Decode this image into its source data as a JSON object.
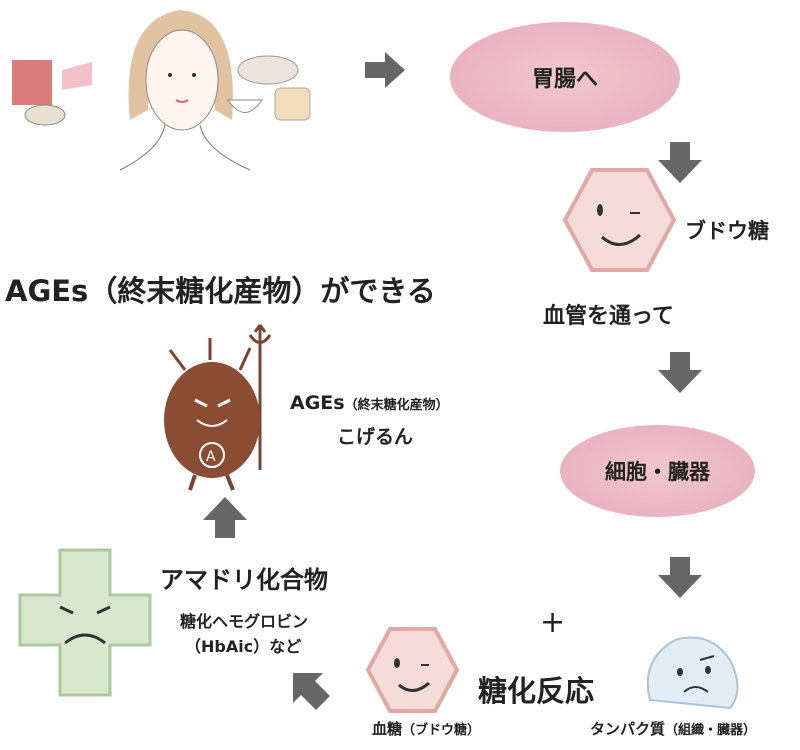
{
  "title": "AGEs（終末糖化産物）ができる",
  "steps": {
    "stomach": "胃腸へ",
    "glucose": "ブドウ糖",
    "through_vessels": "血管を通って",
    "cells_organs": "細胞・臓器",
    "plus": "+",
    "glycation": "糖化反応",
    "blood_sugar": "血糖",
    "blood_sugar_note": "（ブドウ糖）",
    "protein": "タンパク質",
    "protein_note": "（組織・臓器）",
    "amadori": "アマドリ化合物",
    "hba1c_line1": "糖化ヘモグロビン",
    "hba1c_line2": "（HbAic）など",
    "ages_label": "AGEs",
    "ages_note": "（終末糖化産物）",
    "kogerun": "こげるん"
  },
  "colors": {
    "arrow": "#666666",
    "pink": "#eab3c1",
    "green": "#cfe3c6",
    "brown": "#7a4430"
  }
}
